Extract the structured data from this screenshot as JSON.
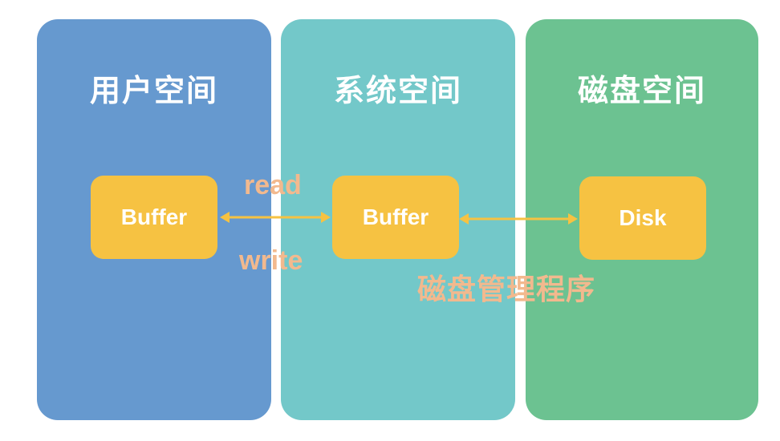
{
  "colors": {
    "user_space": "#6699cf",
    "system_space": "#73c8c9",
    "disk_space": "#6cc291",
    "box": "#f6c242",
    "arrow": "#f6c242",
    "label_text": "#f2b98e"
  },
  "panels": {
    "user": {
      "title": "用户空间"
    },
    "system": {
      "title": "系统空间"
    },
    "disk": {
      "title": "磁盘空间"
    }
  },
  "boxes": {
    "user_buffer": "Buffer",
    "system_buffer": "Buffer",
    "disk": "Disk"
  },
  "labels": {
    "read": "read",
    "write": "write",
    "disk_manager": "磁盘管理程序"
  }
}
